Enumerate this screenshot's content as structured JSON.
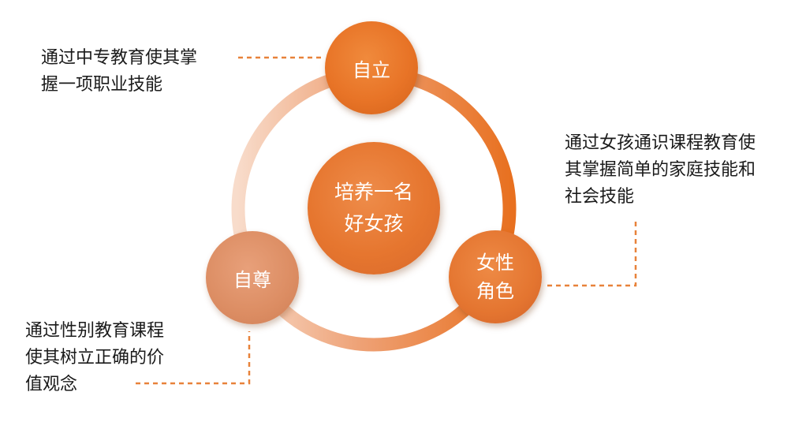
{
  "colors": {
    "accent": "#e8762c",
    "dash": "#e8823a",
    "text": "#1a1a1a",
    "node_text": "#ffffff"
  },
  "center": {
    "lines": [
      "培养一名",
      "好女孩"
    ]
  },
  "nodes": {
    "zili": {
      "label": "自立"
    },
    "female_role": {
      "lines": [
        "女性",
        "角色"
      ]
    },
    "zizun": {
      "label": "自尊"
    }
  },
  "descriptions": {
    "top": {
      "lines": [
        "通过中专教育使其掌",
        "握一项职业技能"
      ]
    },
    "right": {
      "lines": [
        "通过女孩通识课程教育使",
        "其掌握简单的家庭技能和",
        "社会技能"
      ]
    },
    "bottom": {
      "lines": [
        "通过性别教育课程",
        "使其树立正确的价",
        "值观念"
      ]
    }
  }
}
